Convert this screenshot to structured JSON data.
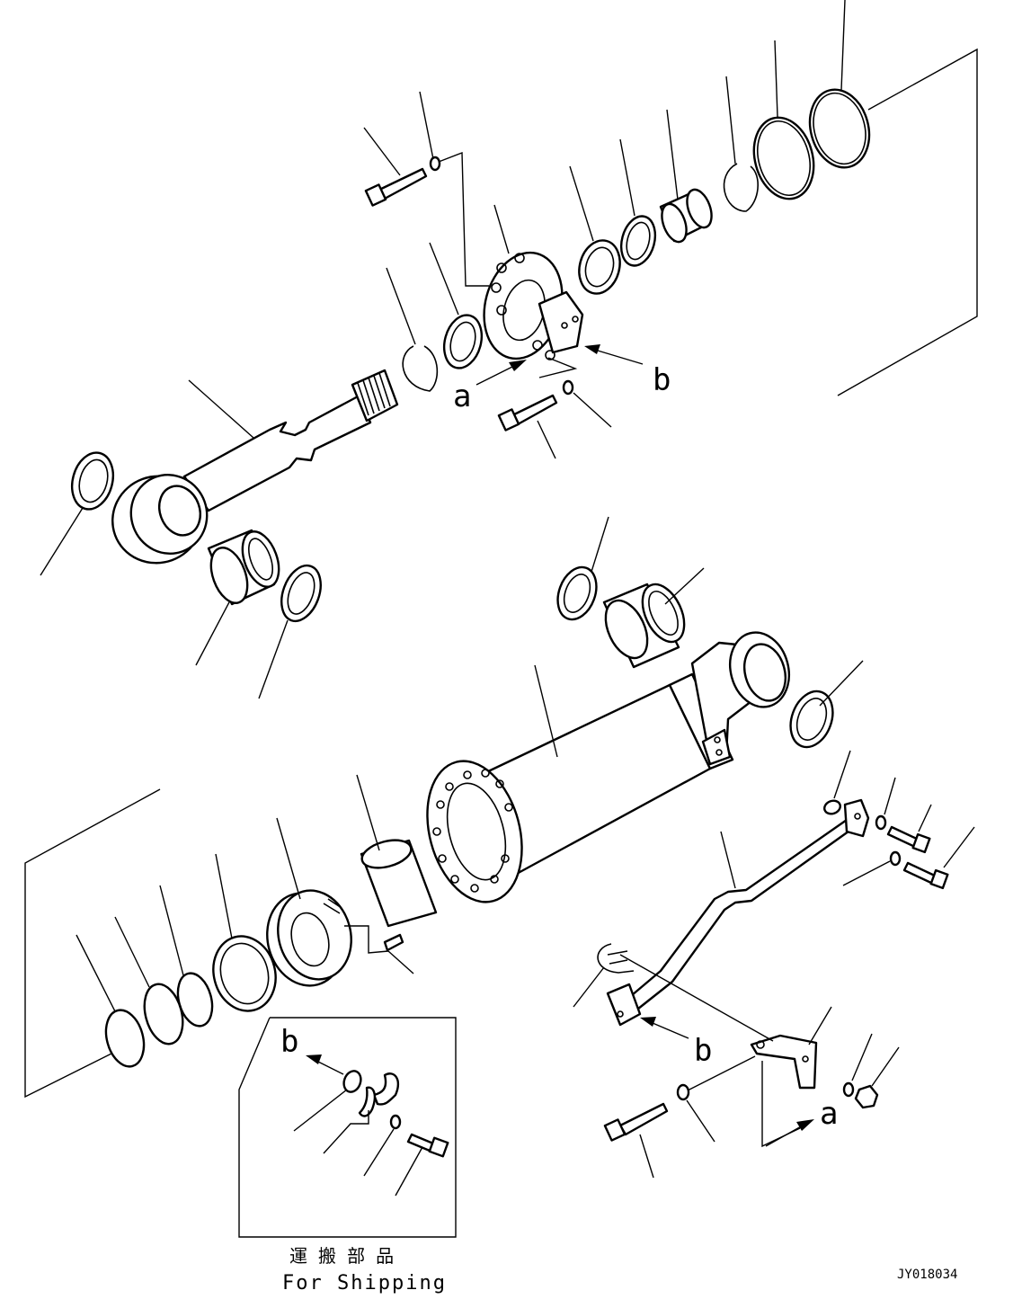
{
  "view_letters": {
    "a_upper": "a",
    "b_upper": "b",
    "b_lower": "b",
    "a_lower": "a",
    "b_inset": "b"
  },
  "inset": {
    "title_jp": "運 搬 部 品",
    "title_en": "For Shipping"
  },
  "drawing_code": "JY018034"
}
